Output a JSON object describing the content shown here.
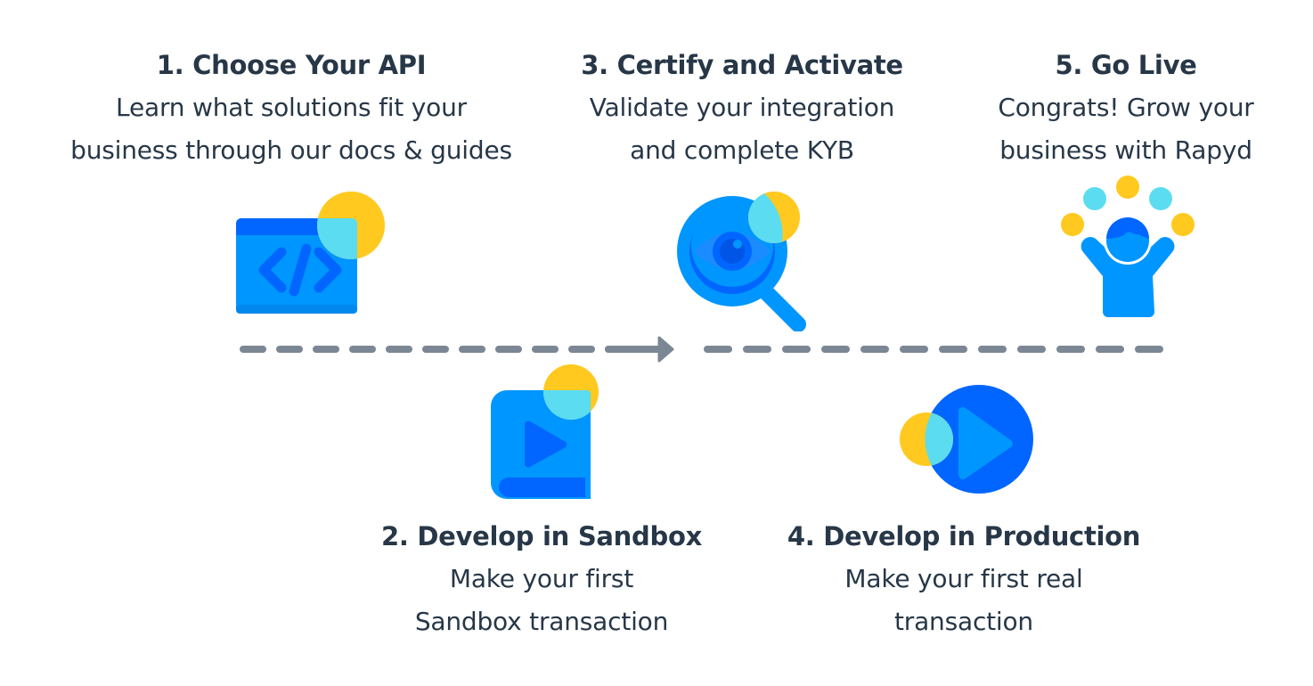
{
  "steps": [
    {
      "number": 1,
      "title": "1. Choose Your API",
      "lines": [
        "Learn what solutions fit your",
        "business through our docs & guides"
      ],
      "icon": "code-window-icon"
    },
    {
      "number": 2,
      "title": "2. Develop in Sandbox",
      "lines": [
        "Make your first",
        "Sandbox transaction"
      ],
      "icon": "video-book-icon"
    },
    {
      "number": 3,
      "title": "3. Certify and Activate",
      "lines": [
        "Validate your integration",
        "and complete KYB"
      ],
      "icon": "magnifier-eye-icon"
    },
    {
      "number": 4,
      "title": "4. Develop in Production",
      "lines": [
        "Make your first real",
        "transaction"
      ],
      "icon": "play-circle-icon"
    },
    {
      "number": 5,
      "title": "5. Go Live",
      "lines": [
        "Congrats! Grow your",
        "business with Rapyd"
      ],
      "icon": "celebrating-person-icon"
    }
  ],
  "colors": {
    "text": "#273747",
    "timeline": "#7b8794",
    "blue_light": "#0096ff",
    "blue_dark": "#0066ff",
    "cyan": "#5cdcf0",
    "yellow": "#ffc91f"
  }
}
